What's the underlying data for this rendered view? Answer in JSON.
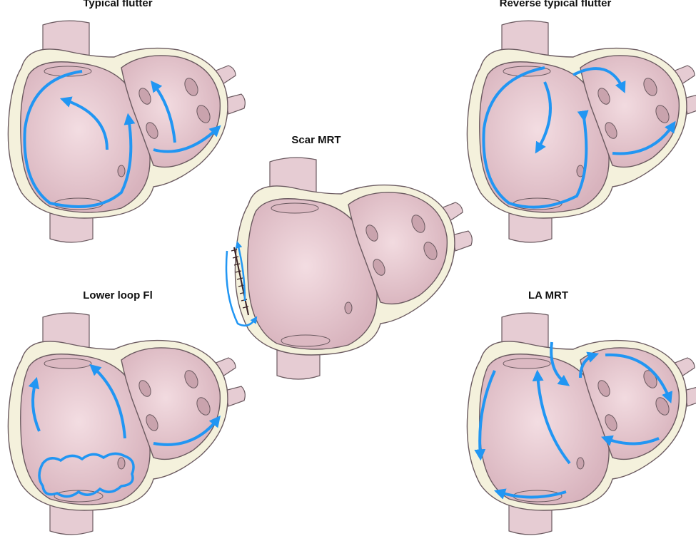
{
  "colors": {
    "arrow": "#2196f3",
    "chamber_fill": "#e2c4cc",
    "chamber_inner": "#efd6dc",
    "wall_outline": "#6b5a60",
    "crista": "#f4f1dc",
    "scar_line": "#3a2226"
  },
  "panels": [
    {
      "id": "typical",
      "title": "Typical flutter"
    },
    {
      "id": "reverse",
      "title": "Reverse typical flutter"
    },
    {
      "id": "scar",
      "title": "Scar MRT"
    },
    {
      "id": "lowerloop",
      "title": "Lower loop Fl"
    },
    {
      "id": "lamrt",
      "title": "LA MRT"
    }
  ]
}
